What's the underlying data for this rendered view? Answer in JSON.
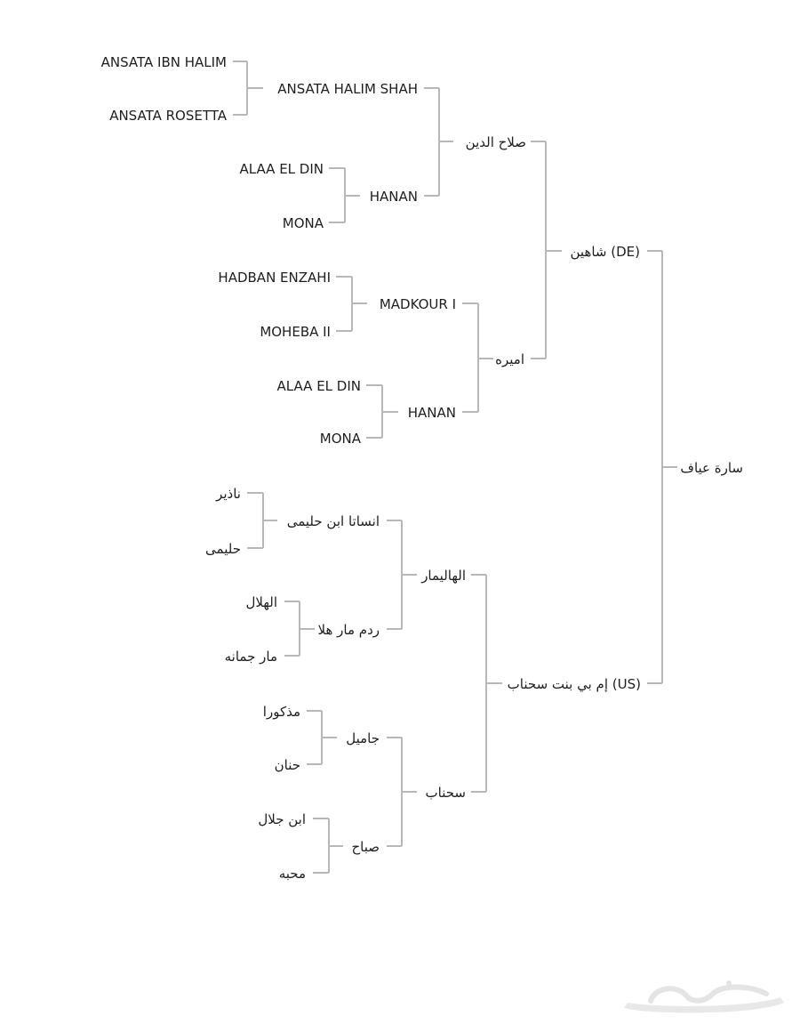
{
  "pedigree": {
    "subject": "سارة عياف",
    "sire": {
      "name": "شاهين (DE)",
      "sire": {
        "name": "صلاح الدين",
        "sire": {
          "name": "ANSATA HALIM SHAH",
          "sire": "ANSATA IBN HALIM",
          "dam": "ANSATA ROSETTA"
        },
        "dam": {
          "name": "HANAN",
          "sire": "ALAA EL DIN",
          "dam": "MONA"
        }
      },
      "dam": {
        "name": "اميره",
        "sire": {
          "name": "MADKOUR I",
          "sire": "HADBAN ENZAHI",
          "dam": "MOHEBA II"
        },
        "dam": {
          "name": "HANAN",
          "sire": "ALAA EL DIN",
          "dam": "MONA"
        }
      }
    },
    "dam": {
      "name": "إم بي بنت سحناب (US)",
      "sire": {
        "name": "الهاليمار",
        "sire": {
          "name": "انساتا ابن حليمى",
          "sire": "ناذير",
          "dam": "حليمى"
        },
        "dam": {
          "name": "ردم مار هلا",
          "sire": "الهلال",
          "dam": "مار جمانه"
        }
      },
      "dam": {
        "name": "سحناب",
        "sire": {
          "name": "جاميل",
          "sire": "مذكورا",
          "dam": "حنان"
        },
        "dam": {
          "name": "صباح",
          "sire": "ابن جلال",
          "dam": "محبه"
        }
      }
    }
  },
  "watermark": {
    "text": "حراج"
  },
  "colors": {
    "connector": "#b8b8b8",
    "text": "#1f1f1f",
    "watermark": "#e4e4e4"
  }
}
